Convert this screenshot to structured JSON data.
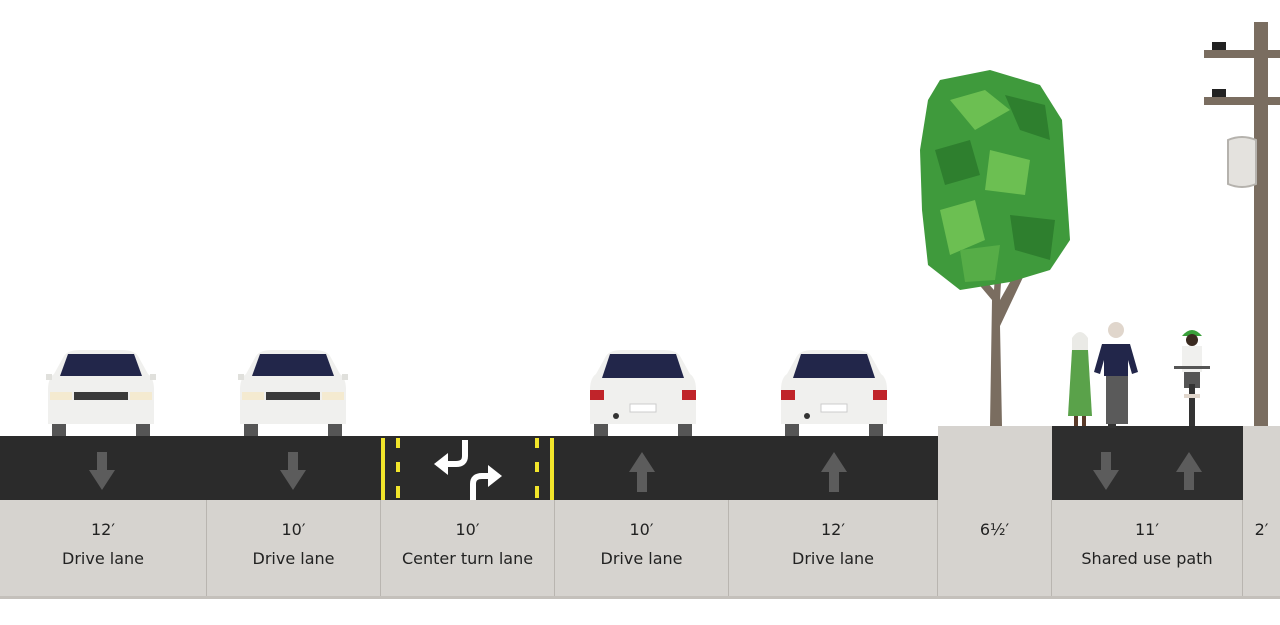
{
  "segments": [
    {
      "width": "12′",
      "name": "Drive lane"
    },
    {
      "width": "10′",
      "name": "Drive lane"
    },
    {
      "width": "10′",
      "name": "Center turn lane"
    },
    {
      "width": "10′",
      "name": "Drive lane"
    },
    {
      "width": "12′",
      "name": "Drive lane"
    },
    {
      "width": "6½′",
      "name": ""
    },
    {
      "width": "11′",
      "name": "Shared use path"
    },
    {
      "width": "2′",
      "name": ""
    }
  ],
  "colors": {
    "asphalt": "#2b2b2b",
    "sidewalk": "#d6d3cf",
    "lane_marking": "#f2e52b",
    "tree_green": "#3f9a3c",
    "car_body": "#f0f0ee"
  }
}
